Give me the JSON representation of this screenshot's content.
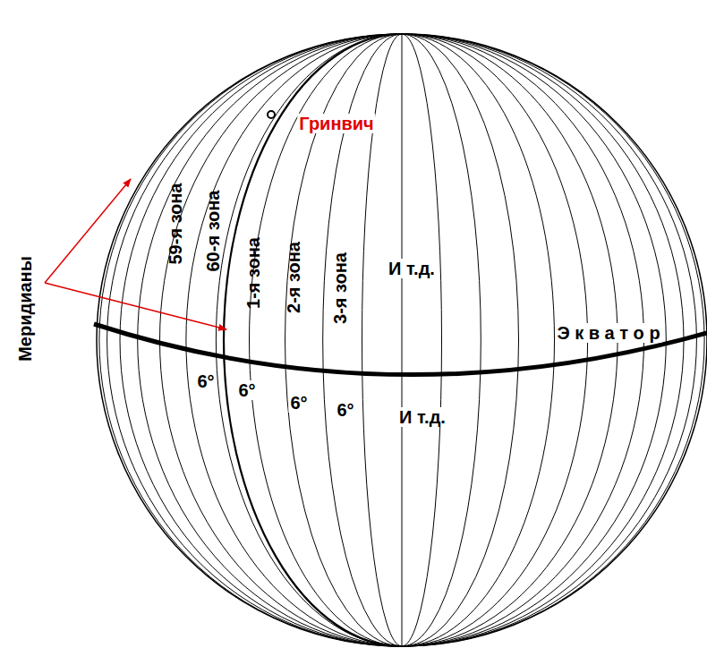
{
  "diagram": {
    "labels": [
      "Гринвич",
      "59-я зона",
      "60-я зона",
      "1-я зона",
      "2-я зона",
      "3-я зона",
      "И т.д.",
      "Меридианы",
      "Э к в а т о р",
      "6°",
      "6°",
      "6°",
      "6°",
      "И т.д."
    ]
  }
}
